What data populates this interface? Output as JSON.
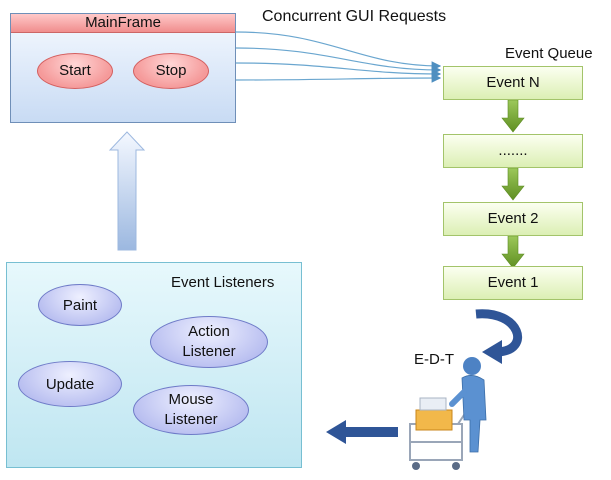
{
  "mainframe": {
    "title": "MainFrame",
    "start_label": "Start",
    "stop_label": "Stop"
  },
  "requests_label": "Concurrent GUI Requests",
  "queue": {
    "title": "Event Queue",
    "items": [
      "Event N",
      ".......",
      "Event 2",
      "Event 1"
    ]
  },
  "edt_label": "E-D-T",
  "listeners": {
    "title": "Event Listeners",
    "items": {
      "paint": "Paint",
      "action": [
        "Action",
        "Listener"
      ],
      "update": "Update",
      "mouse": [
        "Mouse",
        "Listener"
      ]
    }
  },
  "colors": {
    "queue_arrow": "#6e9b2c",
    "blue_arrow": "#2f5597",
    "title_bar": "#f08d8d"
  }
}
